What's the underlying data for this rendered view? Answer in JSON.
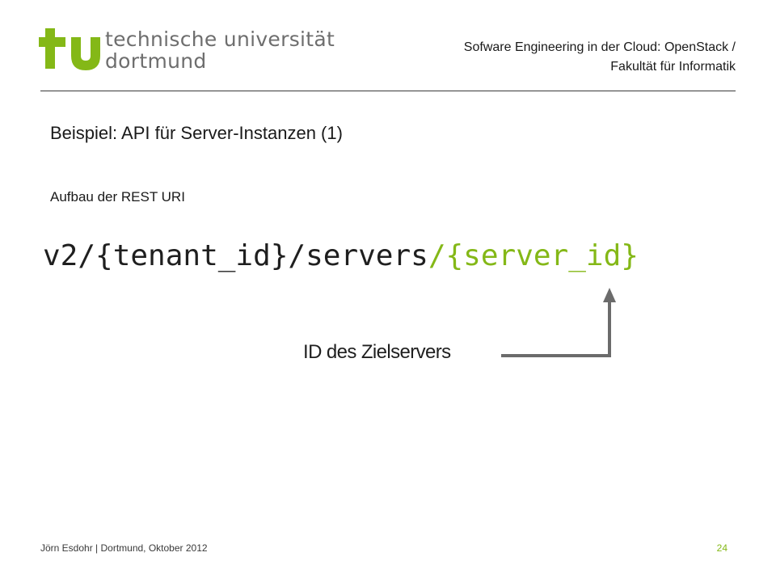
{
  "header": {
    "logo": {
      "line1": "technische universität",
      "line2": "dortmund",
      "mark_color": "#84b817",
      "text_color": "#6e6e6e"
    },
    "course_line1": "Sofware Engineering in der Cloud: OpenStack /",
    "course_line2": "Fakultät für Informatik"
  },
  "slide": {
    "title": "Beispiel: API für Server-Instanzen (1)",
    "subtitle": "Aufbau der REST URI",
    "uri_main": "v2/{tenant_id}/servers",
    "uri_accent": "/{server_id}",
    "accent_color": "#84b817",
    "callout": "ID des Zielservers"
  },
  "footer": {
    "author": "Jörn Esdohr | Dortmund, Oktober 2012",
    "page_number": "24"
  }
}
